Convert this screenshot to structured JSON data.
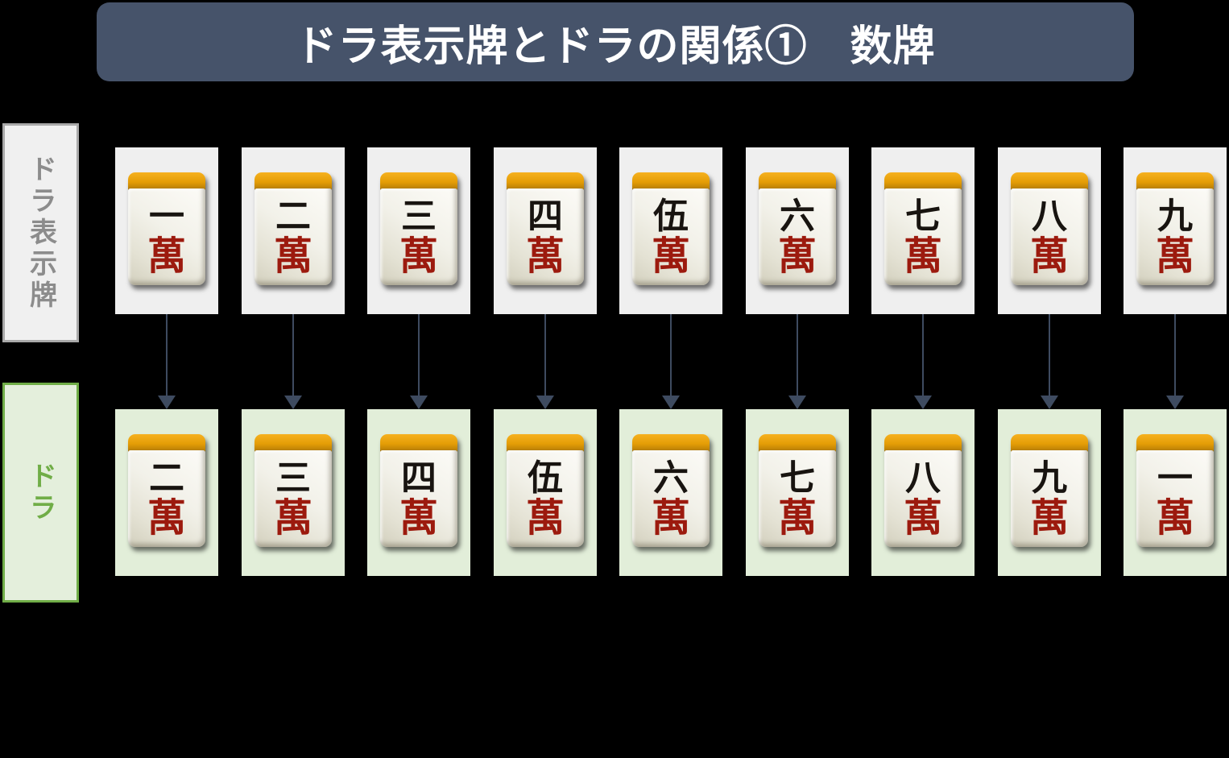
{
  "title": {
    "text": "ドラ表示牌とドラの関係①　数牌"
  },
  "labels": {
    "indicator": "ドラ表示牌",
    "dora": "ドラ"
  },
  "tiles": {
    "suit": "萬",
    "indicator_row": [
      "一",
      "二",
      "三",
      "四",
      "伍",
      "六",
      "七",
      "八",
      "九"
    ],
    "dora_row": [
      "二",
      "三",
      "四",
      "伍",
      "六",
      "七",
      "八",
      "九",
      "一"
    ]
  },
  "arrows": {
    "count": 9,
    "direction": "down"
  },
  "colors": {
    "background": "#000000",
    "title_bg": "#46536a",
    "title_text": "#ffffff",
    "indicator_panel_bg": "#efefef",
    "indicator_label_bg": "#f0f0f0",
    "indicator_label_border": "#a9a9a9",
    "indicator_label_text": "#8c8c8c",
    "dora_panel_bg": "#e2eed9",
    "dora_label_bg": "#e4efdc",
    "dora_label_border": "#70ad47",
    "dora_label_text": "#70ad47",
    "arrow": "#3e4b60",
    "tile_back_orange": "#e49d06",
    "tile_face": "#f2f1e9",
    "tile_number_black": "#181410",
    "tile_suit_red": "#9c1a0e"
  }
}
